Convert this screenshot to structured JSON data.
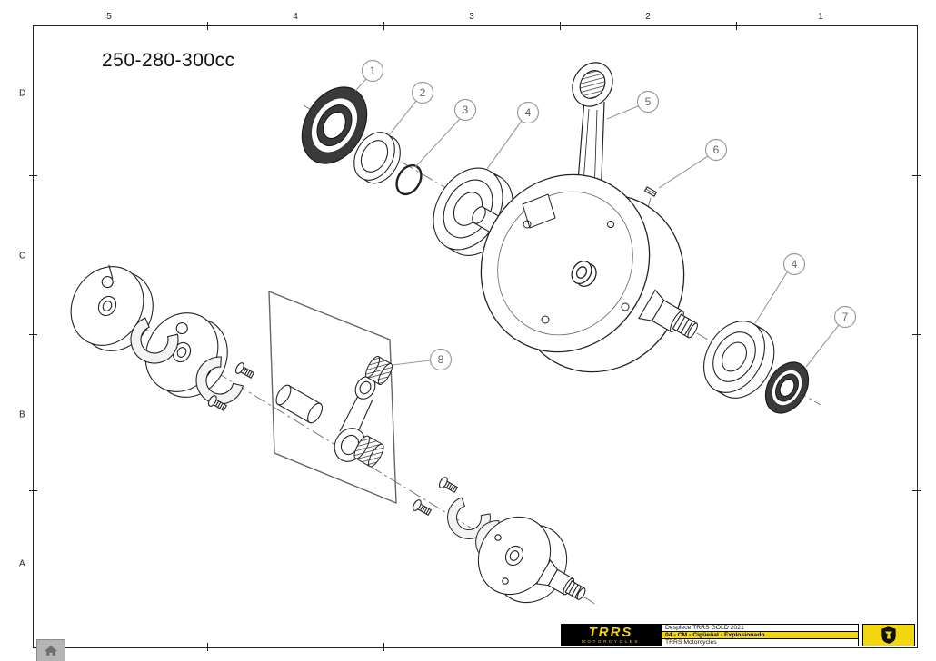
{
  "page": {
    "title": "250-280-300cc"
  },
  "grid": {
    "cols": [
      "5",
      "4",
      "3",
      "2",
      "1"
    ],
    "rows": [
      "D",
      "C",
      "B",
      "A"
    ]
  },
  "callouts": [
    {
      "num": "1"
    },
    {
      "num": "2"
    },
    {
      "num": "3"
    },
    {
      "num": "4"
    },
    {
      "num": "5"
    },
    {
      "num": "6"
    },
    {
      "num": "4"
    },
    {
      "num": "7"
    },
    {
      "num": "8"
    }
  ],
  "title_block": {
    "brand": "TRRS",
    "brand_sub": "MOTORCYCLES",
    "rows": [
      "Despiece TRRS GOLD 2021",
      "04 - CM - Cigüeñal - Explosionado",
      "TRRS Motorcycles"
    ]
  },
  "colors": {
    "accent_yellow": "#F2D60F",
    "line_black": "#222222",
    "seal_dark": "#3A3A3A"
  },
  "icons": {
    "home": "home-icon",
    "shield": "trrs-shield-icon"
  }
}
